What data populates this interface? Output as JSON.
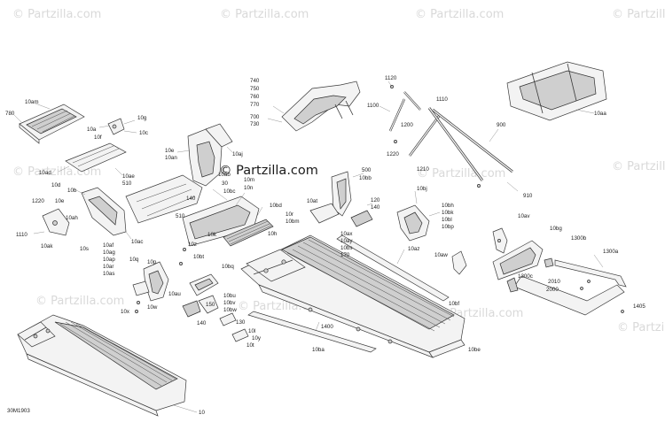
{
  "watermark": {
    "repeat_text": "© Partzilla.com",
    "main_text": "© Partzilla.com"
  },
  "diagram_code": "30M1903",
  "callouts": {
    "c780": "780",
    "c10am": "10am",
    "c10g": "10g",
    "c10a": "10a",
    "c10f": "10f",
    "c10c": "10c",
    "c10ad": "10ad",
    "c10ae": "10ae",
    "c510a": "510",
    "c10d": "10d",
    "c10e": "10e",
    "c10b": "10b",
    "c1220": "1220",
    "c10ah": "10ah",
    "c1110": "1110",
    "c10ak": "10ak",
    "c10s": "10s",
    "c10af": "10af",
    "c10ag": "10ag",
    "c10ap": "10ap",
    "c10ar": "10ar",
    "c10as": "10as",
    "c10ac": "10ac",
    "c10e2": "10e",
    "c10an": "10an",
    "c10aj": "10aj",
    "c10ab": "10ab",
    "c30": "30",
    "c10bc": "10bc",
    "c140a": "140",
    "c510b": "510",
    "c10k": "10k",
    "c10m": "10m",
    "c10n": "10n",
    "c740": "740",
    "c750": "750",
    "c760": "760",
    "c770": "770",
    "c700": "700",
    "c730": "730",
    "c1120": "1120",
    "c1100": "1100",
    "c1110b": "1110",
    "c1200": "1200",
    "c900": "900",
    "c1220b": "1220",
    "c1210": "1210",
    "c910": "910",
    "c10aa": "10aa",
    "c500": "500",
    "c10bb": "10bb",
    "c10at": "10at",
    "c120": "120",
    "c140b": "140",
    "c10bj": "10bj",
    "c10bh": "10bh",
    "c10bk": "10bk",
    "c10bl": "10bl",
    "c10bp": "10bp",
    "c10bd": "10bd",
    "c10h": "10h",
    "c10r": "10r",
    "c10bm": "10bm",
    "c10ax": "10ax",
    "c10ay": "10ay",
    "c10bs": "10bs",
    "c170": "170",
    "c10az": "10az",
    "c10av": "10av",
    "c10bg": "10bg",
    "c1300b": "1300b",
    "c10aw": "10aw",
    "c1300a": "1300a",
    "c1300c": "1300c",
    "c2010": "2010",
    "c2000": "2000",
    "c1405": "1405",
    "c10q": "10q",
    "c10p": "10p",
    "c10z": "10z",
    "c10bt": "10bt",
    "c10bq": "10bq",
    "c10au": "10au",
    "c10bu": "10bu",
    "c10bv": "10bv",
    "c10bw": "10bw",
    "c150": "150",
    "c10x": "10x",
    "c10w": "10w",
    "c140c": "140",
    "c130": "130",
    "c10l": "10l",
    "c10y": "10y",
    "c10t": "10t",
    "c1400": "1400",
    "c10ba": "10ba",
    "c10bf": "10bf",
    "c10be": "10be",
    "c10": "10"
  }
}
